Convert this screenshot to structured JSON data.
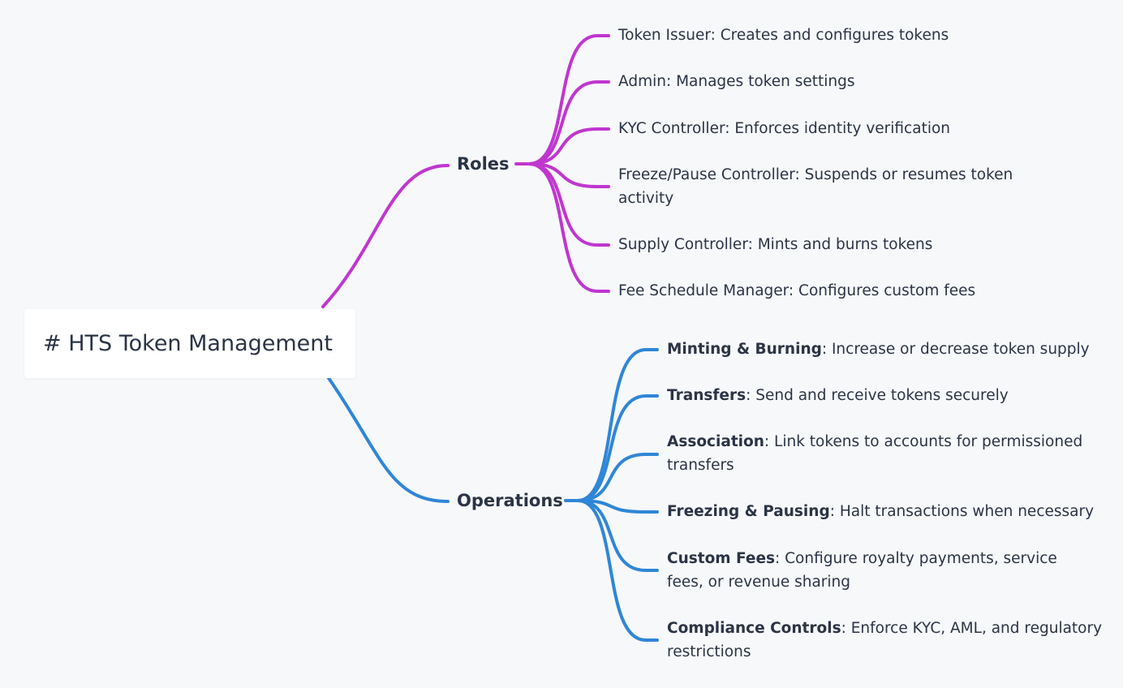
{
  "root": {
    "label": "# HTS Token Management"
  },
  "colors": {
    "roles": "#c036cf",
    "operations": "#2f86d6",
    "background": "#f7f8fa",
    "text": "#2b3445"
  },
  "roles": {
    "label": "Roles",
    "items": [
      "Token Issuer: Creates and configures tokens",
      "Admin: Manages token settings",
      "KYC Controller: Enforces identity verification",
      "Freeze/Pause Controller: Suspends or resumes token activity",
      "Supply Controller: Mints and burns tokens",
      "Fee Schedule Manager: Configures custom fees"
    ]
  },
  "operations": {
    "label": "Operations",
    "items": [
      {
        "title": "Minting & Burning",
        "desc": ": Increase or decrease token supply"
      },
      {
        "title": "Transfers",
        "desc": ": Send and receive tokens securely"
      },
      {
        "title": "Association",
        "desc": ": Link tokens to accounts for permissioned transfers"
      },
      {
        "title": "Freezing & Pausing",
        "desc": ": Halt transactions when necessary"
      },
      {
        "title": "Custom Fees",
        "desc": ": Configure royalty payments, service fees, or revenue sharing"
      },
      {
        "title": "Compliance Controls",
        "desc": ": Enforce KYC, AML, and regulatory restrictions"
      }
    ]
  }
}
